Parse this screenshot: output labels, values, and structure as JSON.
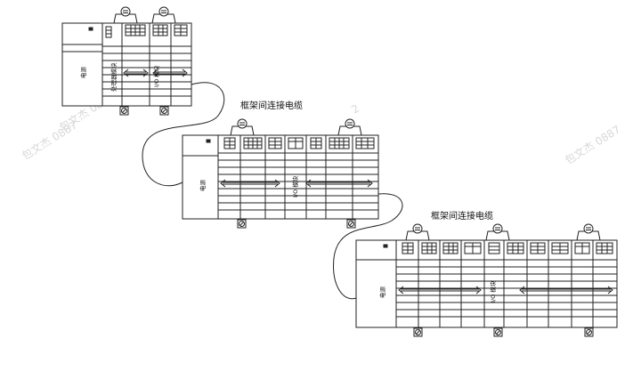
{
  "labels": {
    "power": "电源",
    "processor_module": "处理器模块",
    "io_module": "I/O 模块",
    "cable": "框架间连接电缆"
  },
  "watermark": {
    "text_a": "包文杰 0887",
    "text_b": "2"
  },
  "colors": {
    "line": "#222222",
    "background": "#ffffff",
    "watermark": "#d8d8d8"
  },
  "racks": [
    {
      "name": "rack-1",
      "io_modules": 2
    },
    {
      "name": "rack-2",
      "io_modules": 7
    },
    {
      "name": "rack-3",
      "io_modules": 11
    }
  ]
}
